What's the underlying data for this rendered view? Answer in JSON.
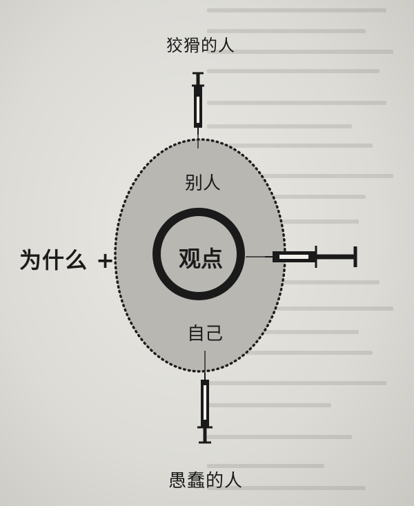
{
  "diagram": {
    "top_label": "狡猾的人",
    "bottom_label": "愚蠢的人",
    "left_label": "为什么 +",
    "others_label": "别人",
    "self_label": "自己",
    "viewpoint_label": "观点"
  }
}
